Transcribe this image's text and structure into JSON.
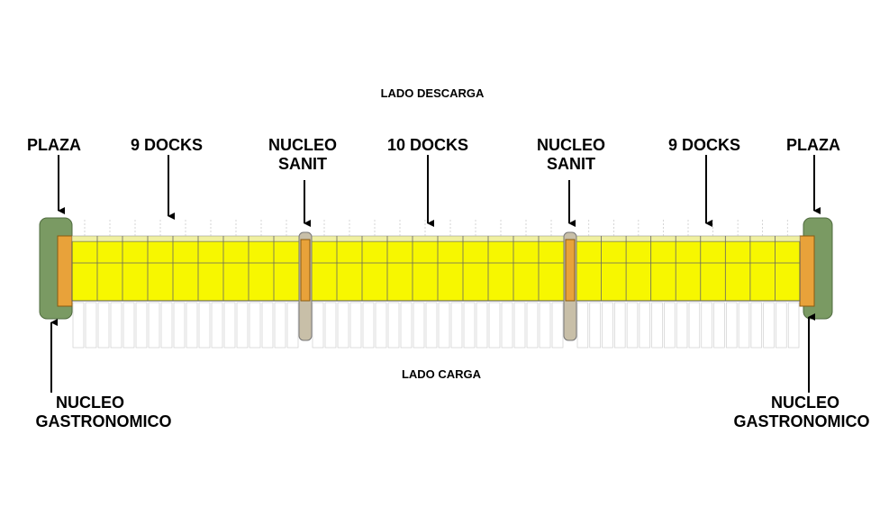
{
  "side_labels": {
    "top": "LADO DESCARGA",
    "bottom": "LADO CARGA"
  },
  "labels": {
    "plaza_left": "PLAZA",
    "docks_left": "9 DOCKS",
    "nucleo_sanit_left_1": "NUCLEO",
    "nucleo_sanit_left_2": "SANIT",
    "docks_center": "10 DOCKS",
    "nucleo_sanit_right_1": "NUCLEO",
    "nucleo_sanit_right_2": "SANIT",
    "docks_right": "9 DOCKS",
    "plaza_right": "PLAZA",
    "nucleo_gastro_left_1": "NUCLEO",
    "nucleo_gastro_left_2": "GASTRONOMICO",
    "nucleo_gastro_right_1": "NUCLEO",
    "nucleo_gastro_right_2": "GASTRONOMICO"
  },
  "sections": [
    {
      "name": "left",
      "docks": 9
    },
    {
      "name": "center",
      "docks": 10
    },
    {
      "name": "right",
      "docks": 9
    }
  ],
  "colors": {
    "dock_fill": "#f7f700",
    "core_fill": "#e8a23a",
    "plaza_fill": "#7a9a63",
    "sanit_fill": "#c8bfa8",
    "line": "#555555"
  }
}
